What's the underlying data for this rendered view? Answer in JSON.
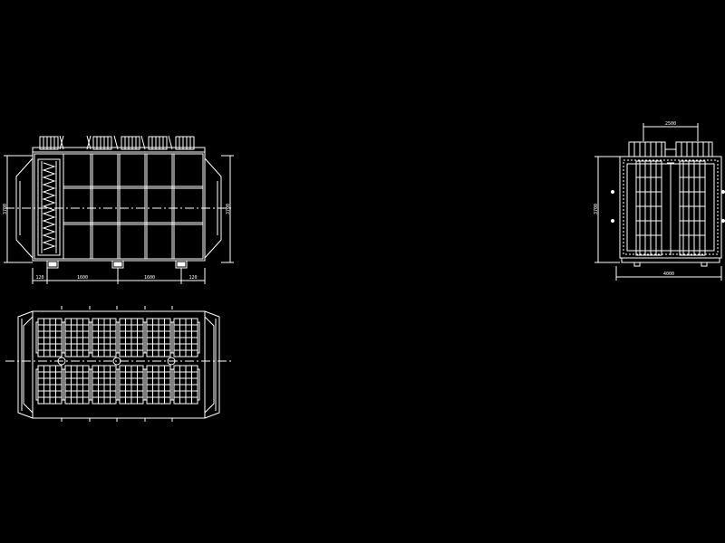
{
  "drawing": {
    "background": "#000000",
    "line_color": "#ffffff",
    "views": [
      "front-elevation",
      "plan-view",
      "side-elevation"
    ],
    "front_elevation": {
      "bottom_dims": [
        "120",
        "1600",
        "1600",
        "120"
      ],
      "left_dim": "3700",
      "right_dim": "3700"
    },
    "side_elevation": {
      "top_dim": "2500",
      "left_dim": "3700",
      "bottom_dim": "4000"
    }
  }
}
